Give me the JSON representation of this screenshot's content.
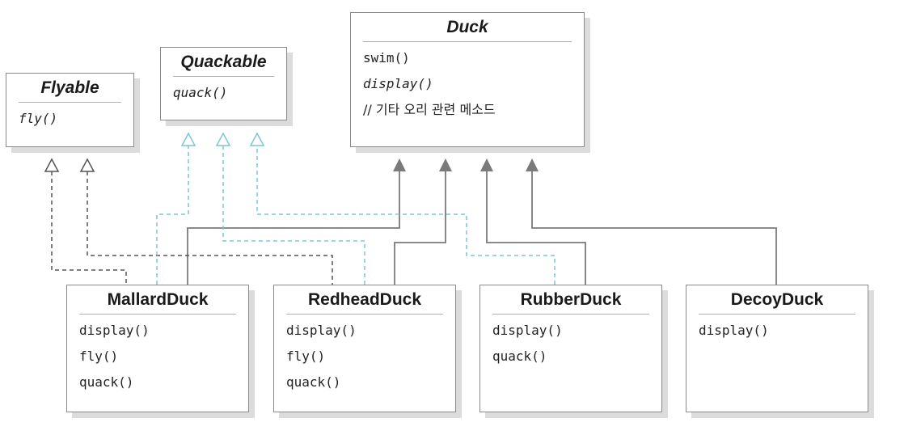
{
  "classes": {
    "duck": {
      "name": "Duck",
      "methods": [
        "swim()",
        "display()",
        "// 기타 오리 관련 메소드"
      ]
    },
    "flyable": {
      "name": "Flyable",
      "methods": [
        "fly()"
      ]
    },
    "quackable": {
      "name": "Quackable",
      "methods": [
        "quack()"
      ]
    },
    "mallard": {
      "name": "MallardDuck",
      "methods": [
        "display()",
        "fly()",
        "quack()"
      ]
    },
    "redhead": {
      "name": "RedheadDuck",
      "methods": [
        "display()",
        "fly()",
        "quack()"
      ]
    },
    "rubber": {
      "name": "RubberDuck",
      "methods": [
        "display()",
        "quack()"
      ]
    },
    "decoy": {
      "name": "DecoyDuck",
      "methods": [
        "display()"
      ]
    }
  },
  "colors": {
    "inheritance_line": "#7a7a7a",
    "flyable_realization": "#555555",
    "quackable_realization": "#7cc6d6",
    "box_border": "#8a8a8a",
    "box_shadow": "#dcdcdc"
  }
}
